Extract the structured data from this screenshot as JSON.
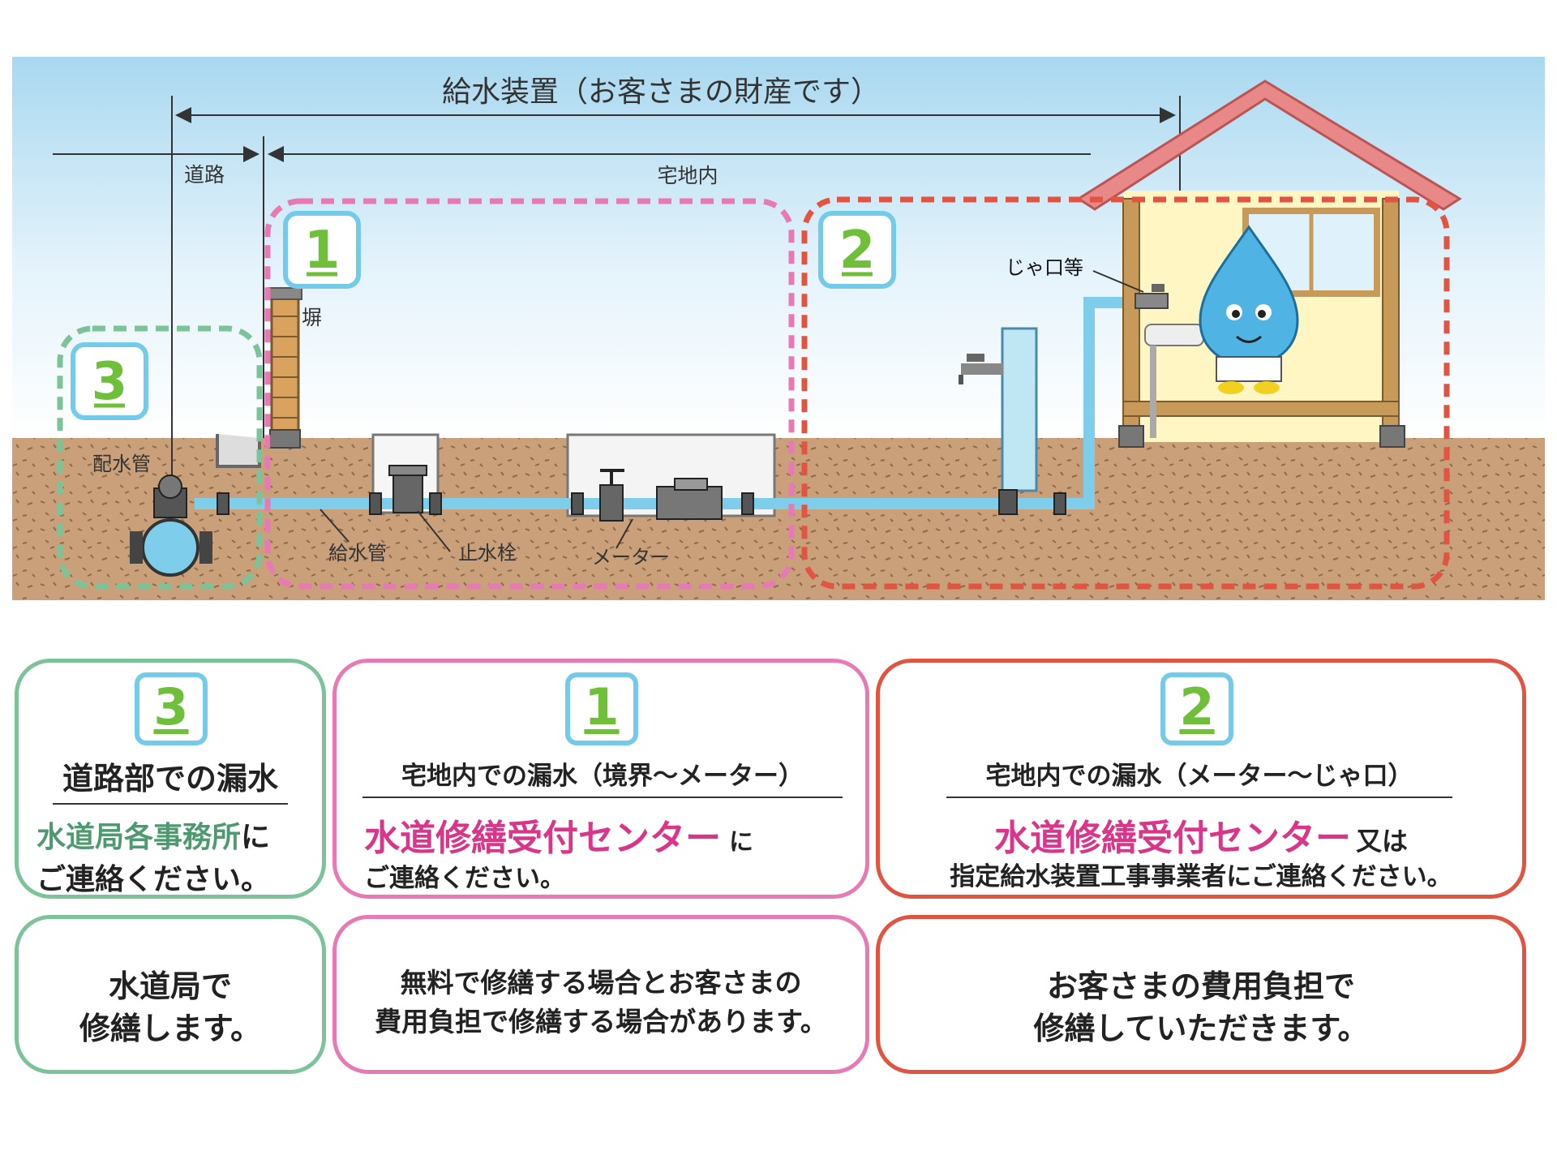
{
  "diagram": {
    "top_label": "給水装置（お客さまの財産です）",
    "road_label": "道路",
    "lot_label": "宅地内",
    "wall_label": "塀",
    "faucet_label": "じゃ口等",
    "main_pipe_label": "配水管",
    "service_pipe_label": "給水管",
    "stop_valve_label": "止水栓",
    "meter_label": "メーター",
    "zone_badges": [
      "1",
      "2",
      "3"
    ],
    "colors": {
      "sky": "#cfe8f5",
      "ground": "#c9a07a",
      "pipe": "#7ecdea",
      "zone1": "#e77ab5",
      "zone2": "#e15442",
      "zone3": "#7cc399",
      "badge_border": "#74cbe9",
      "badge_text": "#6fbf3a"
    }
  },
  "panels": {
    "road": {
      "badge": "3",
      "title": "道路部での漏水",
      "contact_name": "水道局各事務所",
      "contact_suffix": "に",
      "contact_line2": "ご連絡ください。",
      "repair_line1": "水道局で",
      "repair_line2": "修繕します。"
    },
    "lot_to_meter": {
      "badge": "1",
      "title": "宅地内での漏水（境界〜メーター）",
      "contact_name": "水道修繕受付センター",
      "contact_suffix": "に",
      "contact_line2": "ご連絡ください。",
      "repair_line1": "無料で修繕する場合とお客さまの",
      "repair_line2": "費用負担で修繕する場合があります。"
    },
    "meter_to_faucet": {
      "badge": "2",
      "title": "宅地内での漏水（メーター〜じゃ口）",
      "contact_name": "水道修繕受付センター",
      "contact_suffix": "又は",
      "contact_line2": "指定給水装置工事事業者にご連絡ください。",
      "repair_line1": "お客さまの費用負担で",
      "repair_line2": "修繕していただきます。"
    }
  }
}
